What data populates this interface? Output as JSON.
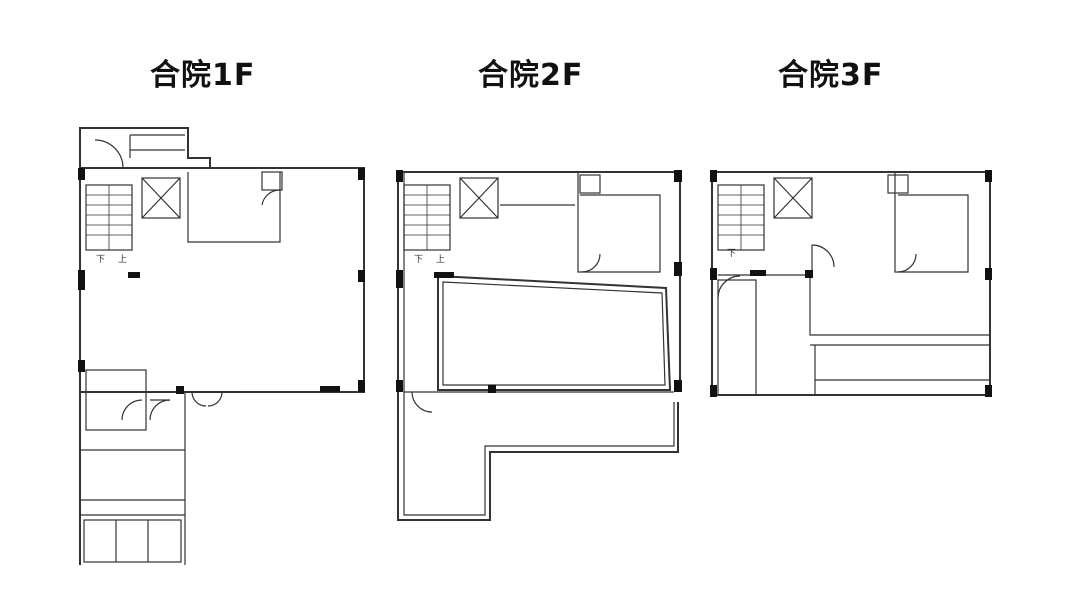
{
  "titles": {
    "floor1": "合院1F",
    "floor2": "合院2F",
    "floor3": "合院3F"
  },
  "labels": {
    "down": "下",
    "up": "上"
  }
}
